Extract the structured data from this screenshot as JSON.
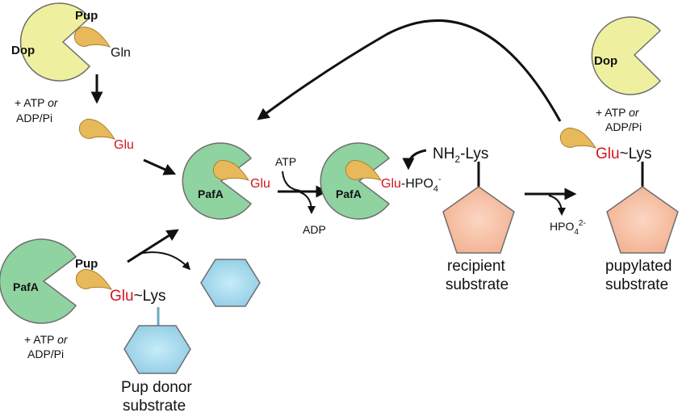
{
  "colors": {
    "dop_fill": "#eef0a0",
    "pafa_fill": "#8fd3a0",
    "pup_tag": "#e8b95a",
    "glu_red": "#d4141c",
    "pentagon_fill": "#f7c2a6",
    "hexagon_fill": "#a9dcef",
    "stroke": "#6e6e6e"
  },
  "labels": {
    "dop_top": "Dop",
    "dop_right": "Dop",
    "pup_top": "Pup",
    "pup_bottom": "Pup",
    "gln": "Gln",
    "atp_top_line1": "+ ATP",
    "atp_top_or": "or",
    "atp_top_line2": "ADP/Pi",
    "atp_right_line1": "+ ATP",
    "atp_right_or": "or",
    "atp_right_line2": "ADP/Pi",
    "atp_left_line1": "+ ATP",
    "atp_left_or": "or",
    "atp_left_line2": "ADP/Pi",
    "glu_free": "Glu",
    "glu_bound": "Glu",
    "glu_phospho": "Glu",
    "hpo4_bound": "-HPO",
    "hpo4_sub": "4",
    "hpo4_sup": "-",
    "pafa_center": "PafA",
    "pafa_phospho": "PafA",
    "pafa_bottom": "PafA",
    "atp": "ATP",
    "adp": "ADP",
    "nh2": "NH",
    "nh2_sub": "2",
    "nh2_lys": "-Lys",
    "hpo4_released": "HPO",
    "hpo4_released_sub": "4",
    "hpo4_released_sup": "2-",
    "glu_donor": "Glu",
    "lys_donor": "~Lys",
    "glu_right": "Glu",
    "lys_right": "~Lys",
    "recipient_line1": "recipient",
    "recipient_line2": "substrate",
    "pupylated_line1": "pupylated",
    "pupylated_line2": "substrate",
    "donor_line1": "Pup donor",
    "donor_line2": "substrate"
  }
}
